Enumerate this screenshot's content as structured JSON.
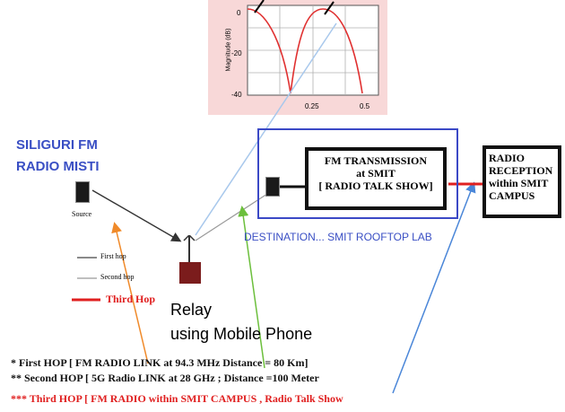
{
  "plot": {
    "ylabel": "Magnitude (dB)",
    "yticks": [
      "0",
      "-20",
      "-40"
    ],
    "xticks": [
      "0.25",
      "0.5"
    ]
  },
  "source_station": {
    "line1": "SILIGURI  FM",
    "line2": "RADIO MISTI",
    "caption": "Source"
  },
  "legend": {
    "first": "First hop",
    "second": "Second hop",
    "third": "Third Hop"
  },
  "relay": {
    "line1": "Relay",
    "line2": "using Mobile Phone"
  },
  "transmission": {
    "line1": "FM TRANSMISSION",
    "line2": "at SMIT",
    "line3": "[ RADIO TALK SHOW]",
    "destination": "DESTINATION... SMIT  ROOFTOP LAB"
  },
  "reception": {
    "line1": "RADIO",
    "line2": "RECEPTION",
    "line3": "within  SMIT",
    "line4": "CAMPUS"
  },
  "notes": {
    "first": "* First HOP [ FM RADIO LINK at 94.3 MHz  Distance = 80 Km]",
    "second": "** Second HOP [ 5G Radio LINK at 28 GHz ; Distance =100 Meter",
    "third": "*** Third HOP [ FM RADIO within SMIT CAMPUS , Radio Talk Show"
  },
  "colors": {
    "blue_text": "#3a4fc4",
    "third_hop_red": "#e02020",
    "relay_box": "#7b1c1c",
    "plot_bg": "#f8d8d8"
  }
}
